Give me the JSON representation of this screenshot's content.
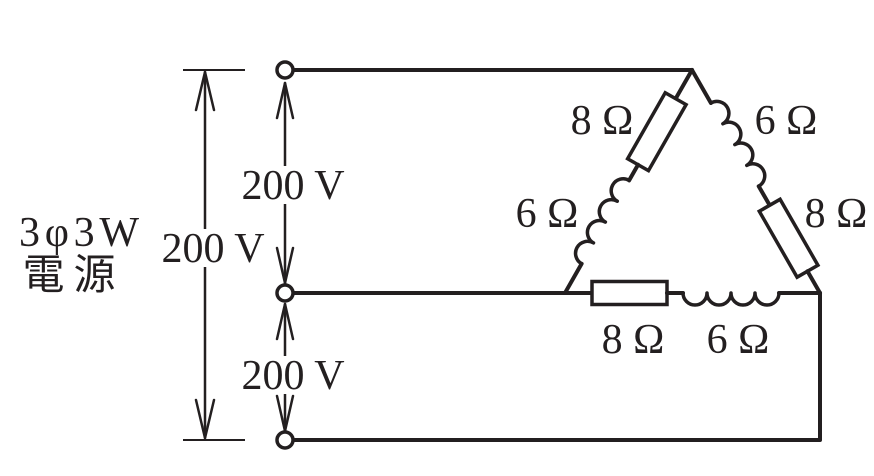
{
  "colors": {
    "ink": "#231f20",
    "background": "#ffffff"
  },
  "source": {
    "phase_wire": "3φ3W",
    "label": "電源"
  },
  "voltages": {
    "line_to_line": "200 V",
    "upper_pair": "200 V",
    "lower_pair": "200 V"
  },
  "delta_load": {
    "left_branch": {
      "resistance": "8 Ω",
      "reactance": "6 Ω"
    },
    "right_branch": {
      "reactance": "6 Ω",
      "resistance": "8 Ω"
    },
    "bottom_branch": {
      "resistance": "8 Ω",
      "reactance": "6 Ω"
    }
  }
}
